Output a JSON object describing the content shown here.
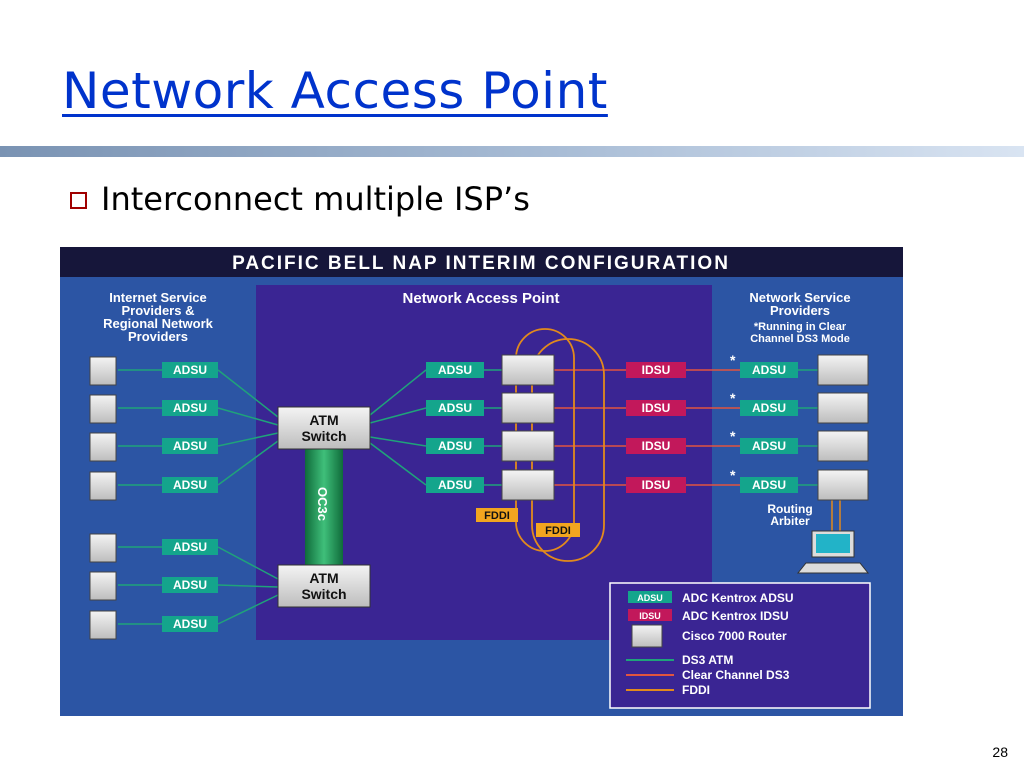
{
  "slide": {
    "title": "Network Access Point",
    "bullet": "Interconnect multiple ISP’s",
    "page_number": "28"
  },
  "diagram": {
    "banner": "PACIFIC BELL NAP INTERIM CONFIGURATION",
    "left_heading": [
      "Internet Service",
      "Providers &",
      "Regional Network",
      "Providers"
    ],
    "center_heading": "Network Access Point",
    "right_heading": [
      "Network Service",
      "Providers",
      "*Running in Clear",
      "Channel DS3 Mode"
    ],
    "adsu_label": "ADSU",
    "idsu_label": "IDSU",
    "atm_switch_label": [
      "ATM",
      "Switch"
    ],
    "oc3c_label": "OC3c",
    "fddi_label": "FDDI",
    "routing_arbiter_label": [
      "Routing",
      "Arbiter"
    ],
    "star": "*",
    "legend": [
      {
        "swatch": "ADSU",
        "text": "ADC Kentrox ADSU"
      },
      {
        "swatch": "IDSU",
        "text": "ADC Kentrox IDSU"
      },
      {
        "swatch": "router",
        "text": "Cisco 7000 Router"
      },
      {
        "swatch": "line-green",
        "text": "DS3 ATM"
      },
      {
        "swatch": "line-red",
        "text": "Clear Channel DS3"
      },
      {
        "swatch": "line-orange",
        "text": "FDDI"
      }
    ],
    "colors": {
      "background": "#2c55a4",
      "nap_region": "#3a2593",
      "adsu": "#14a58c",
      "idsu": "#c2185b",
      "fddi": "#f2a51f",
      "ds3_atm_line": "#1fa37a",
      "clear_channel_line": "#e2553f",
      "fddi_line": "#e28a1c"
    }
  }
}
